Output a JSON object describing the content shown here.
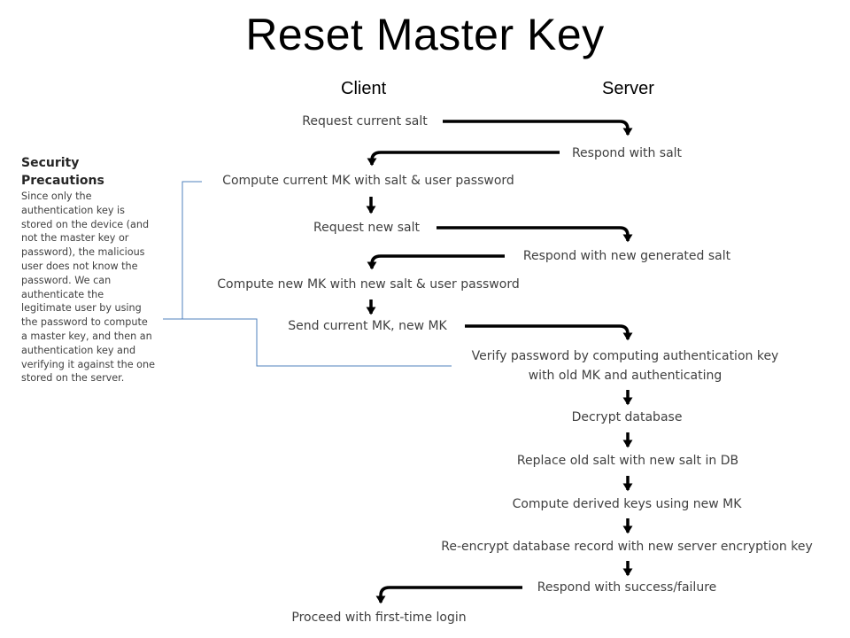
{
  "title": "Reset Master Key",
  "columns": {
    "client": "Client",
    "server": "Server"
  },
  "sidebar": {
    "heading": "Security Precautions",
    "body": "Since only the authentication key is stored on the device (and not the master key or password), the malicious user does not know the password. We can authenticate the legitimate user by using the password to compute a master key, and then an authentication key and verifying it against the one stored on the server."
  },
  "steps": {
    "request_current_salt": "Request current salt",
    "respond_with_salt": "Respond with salt",
    "compute_current_mk": "Compute current MK with salt & user password",
    "request_new_salt": "Request new salt",
    "respond_new_salt": "Respond with new generated salt",
    "compute_new_mk": "Compute new MK with new salt & user password",
    "send_mks": "Send current MK, new MK",
    "verify_password_line1": "Verify password by computing authentication key",
    "verify_password_line2": "with old MK and authenticating",
    "decrypt_database": "Decrypt database",
    "replace_salt": "Replace old salt with new salt in DB",
    "compute_derived_keys": "Compute derived keys using new MK",
    "reencrypt_record": "Re-encrypt database record with new server encryption key",
    "respond_success": "Respond with success/failure",
    "proceed_login": "Proceed with first-time login"
  },
  "colors": {
    "arrow": "#000000",
    "bracket": "#4f81bd",
    "text": "#404040"
  }
}
